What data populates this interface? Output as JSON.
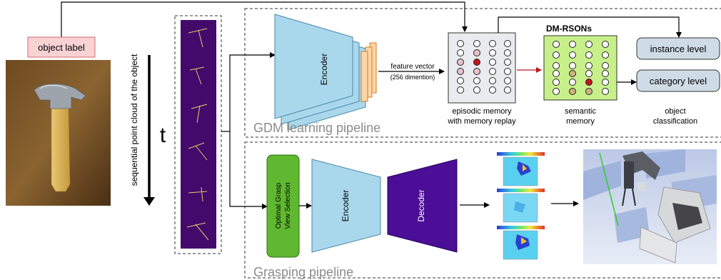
{
  "object": {
    "label": "object label",
    "time_axis": "t",
    "sequence_caption": "sequential point cloud of the object"
  },
  "gdm": {
    "encoder": "Encoder",
    "feature_vector": "feature vector",
    "feature_dim": "(256 dimention)",
    "episodic_caption_1": "episodic memory",
    "episodic_caption_2": "with memory replay",
    "dm_rsons": "DM-RSONs",
    "semantic_caption_1": "semantic",
    "semantic_caption_2": "memory",
    "instance": "instance level",
    "category": "category level",
    "classification_1": "object",
    "classification_2": "classification",
    "pipeline_title": "GDM learning pipeline"
  },
  "grasp": {
    "selection_1": "Optimal Grasp",
    "selection_2": "View Selection",
    "encoder": "Encoder",
    "decoder": "Decoder",
    "pipeline_title": "Grasping pipeline"
  },
  "colors": {
    "encoder_fill": "#a9d8ec",
    "decoder_fill": "#4b0e96",
    "selection_fill": "#5fb82f",
    "memory_fill": "#c8f08a",
    "episodic_fill": "#e9ebee",
    "level_box": "#cfdce6",
    "highlight_red": "#c0141e",
    "memory_pink": "#e6c3c8",
    "memory_tan": "#cfb57e",
    "label_box": "#f9d2d4"
  }
}
